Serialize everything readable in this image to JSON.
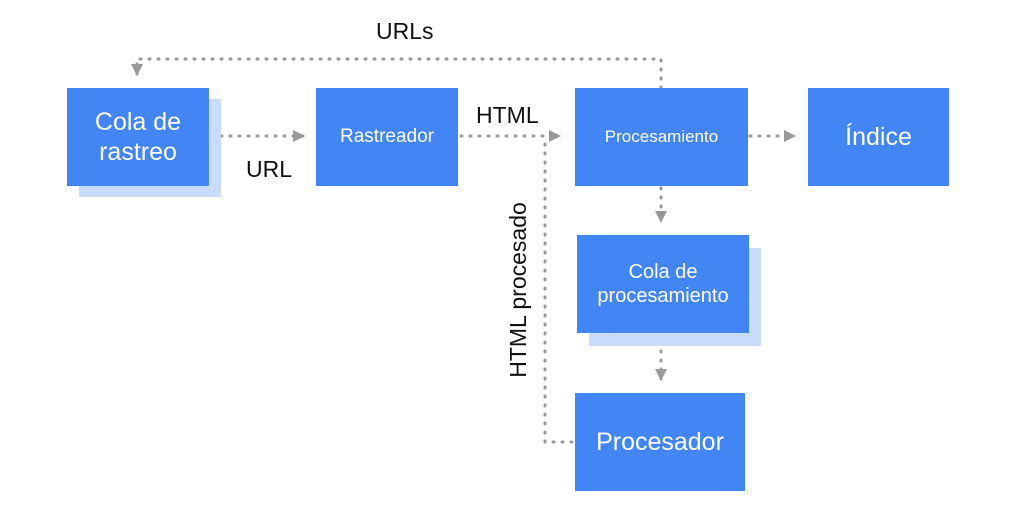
{
  "colors": {
    "box": "#4285f4",
    "box_shadow": "#c9dcfb",
    "connector": "#999999",
    "text_on_box": "#ffffff",
    "label": "#111111"
  },
  "nodes": {
    "crawl_queue": "Cola de rastreo",
    "crawler": "Rastreador",
    "processing": "Procesamiento",
    "index": "Índice",
    "processing_queue": "Cola de procesamiento",
    "processor": "Procesador"
  },
  "edges": {
    "url": "URL",
    "urls": "URLs",
    "html": "HTML",
    "processed_html": "HTML procesado"
  }
}
